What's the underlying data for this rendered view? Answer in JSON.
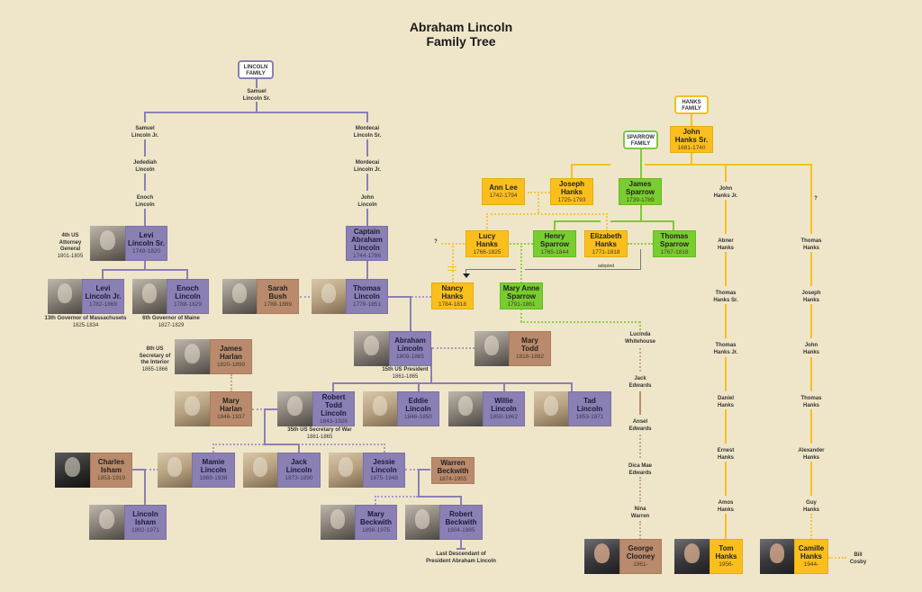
{
  "title": {
    "line1": "Abraham Lincoln",
    "line2": "Family Tree"
  },
  "family_tags": {
    "lincoln": {
      "l1": "LINCOLN",
      "l2": "FAMILY"
    },
    "hanks": {
      "l1": "HANKS",
      "l2": "FAMILY"
    },
    "sparrow": {
      "l1": "SPARROW",
      "l2": "FAMILY"
    }
  },
  "colors": {
    "background": "#efe6c9",
    "lincoln": "#8b80b4",
    "spouse": "#b98b6c",
    "hanks": "#fbbf1d",
    "sparrow": "#78cd2f"
  },
  "ancestors": {
    "samuel_sr": {
      "l1": "Samuel",
      "l2": "Lincoln Sr."
    },
    "samuel_jr": {
      "l1": "Samuel",
      "l2": "Lincoln Jr."
    },
    "jedediah": {
      "l1": "Jedediah",
      "l2": "Lincoln"
    },
    "enoch_sr": {
      "l1": "Enoch",
      "l2": "Lincoln"
    },
    "mordecai_sr": {
      "l1": "Mordecai",
      "l2": "Lincoln Sr."
    },
    "mordecai_jr": {
      "l1": "Mordecai",
      "l2": "Lincoln Jr."
    },
    "john_lincoln": {
      "l1": "John",
      "l2": "Lincoln"
    },
    "john_hanks_jr": {
      "l1": "John",
      "l2": "Hanks Jr."
    },
    "abner": {
      "l1": "Abner",
      "l2": "Hanks"
    },
    "thomas_sr": {
      "l1": "Thomas",
      "l2": "Hanks Sr."
    },
    "thomas_jr": {
      "l1": "Thomas",
      "l2": "Hanks Jr."
    },
    "daniel": {
      "l1": "Daniel",
      "l2": "Hanks"
    },
    "ernest": {
      "l1": "Ernest",
      "l2": "Hanks"
    },
    "amos": {
      "l1": "Amos",
      "l2": "Hanks"
    },
    "thomas_hanks": {
      "l1": "Thomas",
      "l2": "Hanks"
    },
    "joseph_hanks2": {
      "l1": "Joseph",
      "l2": "Hanks"
    },
    "john_hanks": {
      "l1": "John",
      "l2": "Hanks"
    },
    "thomas_hanks2": {
      "l1": "Thomas",
      "l2": "Hanks"
    },
    "alexander": {
      "l1": "Alexander",
      "l2": "Hanks"
    },
    "guy": {
      "l1": "Guy",
      "l2": "Hanks"
    },
    "lucinda": {
      "l1": "Lucinda",
      "l2": "Whitehouse"
    },
    "jack_edwards": {
      "l1": "Jack",
      "l2": "Edwards"
    },
    "ansel": {
      "l1": "Ansel",
      "l2": "Edwards"
    },
    "dica": {
      "l1": "Dica Mae",
      "l2": "Edwards"
    },
    "nina": {
      "l1": "Nina",
      "l2": "Warren"
    },
    "bill_cosby": {
      "l1": "Bill",
      "l2": "Cosby"
    }
  },
  "people": {
    "levi_sr": {
      "l1": "Levi",
      "l2": "Lincoln Sr.",
      "years": "1749-1820"
    },
    "capt_abraham": {
      "l1": "Captain",
      "l2": "Abraham",
      "l3": "Lincoln",
      "years": "1744-1786"
    },
    "levi_jr": {
      "l1": "Levi",
      "l2": "Lincoln Jr.",
      "years": "1782-1868"
    },
    "enoch": {
      "l1": "Enoch",
      "l2": "Lincoln",
      "years": "1788-1829"
    },
    "sarah_bush": {
      "l1": "Sarah",
      "l2": "Bush",
      "years": "1788-1869"
    },
    "thomas_lincoln": {
      "l1": "Thomas",
      "l2": "Lincoln",
      "years": "1778-1851"
    },
    "nancy_hanks": {
      "l1": "Nancy",
      "l2": "Hanks",
      "years": "1784-1818"
    },
    "mary_anne_sparrow": {
      "l1": "Mary Anne",
      "l2": "Sparrow",
      "years": "1791-1861"
    },
    "abraham": {
      "l1": "Abraham",
      "l2": "Lincoln",
      "years": "1809-1865"
    },
    "mary_todd": {
      "l1": "Mary",
      "l2": "Todd",
      "years": "1818-1882"
    },
    "james_harlan": {
      "l1": "James",
      "l2": "Harlan",
      "years": "1820-1899"
    },
    "mary_harlan": {
      "l1": "Mary",
      "l2": "Harlan",
      "years": "1846-1937"
    },
    "robert_todd": {
      "l1": "Robert",
      "l2": "Todd",
      "l3": "Lincoln",
      "years": "1843-1926"
    },
    "eddie": {
      "l1": "Eddie",
      "l2": "Lincoln",
      "years": "1846-1850"
    },
    "willie": {
      "l1": "Willie",
      "l2": "Lincoln",
      "years": "1850-1862"
    },
    "tad": {
      "l1": "Tad",
      "l2": "Lincoln",
      "years": "1853-1871"
    },
    "charles_isham": {
      "l1": "Charles",
      "l2": "Isham",
      "years": "1853-1919"
    },
    "mamie": {
      "l1": "Mamie",
      "l2": "Lincoln",
      "years": "1869-1938"
    },
    "jack": {
      "l1": "Jack",
      "l2": "Lincoln",
      "years": "1873-1890"
    },
    "jessie": {
      "l1": "Jessie",
      "l2": "Lincoln",
      "years": "1875-1948"
    },
    "warren": {
      "l1": "Warren",
      "l2": "Beckwith",
      "years": "1874-1955"
    },
    "lincoln_isham": {
      "l1": "Lincoln",
      "l2": "Isham",
      "years": "1892-1971"
    },
    "mary_beckwith": {
      "l1": "Mary",
      "l2": "Beckwith",
      "years": "1898-1975"
    },
    "robert_beckwith": {
      "l1": "Robert",
      "l2": "Beckwith",
      "years": "1904-1985"
    },
    "john_hanks_sr": {
      "l1": "John",
      "l2": "Hanks Sr.",
      "years": "1681-1740"
    },
    "ann_lee": {
      "l1": "Ann Lee",
      "years": "1742-1794"
    },
    "joseph_hanks": {
      "l1": "Joseph",
      "l2": "Hanks",
      "years": "1725-1793"
    },
    "james_sparrow": {
      "l1": "James",
      "l2": "Sparrow",
      "years": "1739-1789"
    },
    "lucy_hanks": {
      "l1": "Lucy",
      "l2": "Hanks",
      "years": "1766-1825"
    },
    "henry_sparrow": {
      "l1": "Henry",
      "l2": "Sparrow",
      "years": "1765-1844"
    },
    "elizabeth_hanks": {
      "l1": "Elizabeth",
      "l2": "Hanks",
      "years": "1771-1818"
    },
    "thomas_sparrow": {
      "l1": "Thomas",
      "l2": "Sparrow",
      "years": "1767-1818"
    },
    "george_clooney": {
      "l1": "George",
      "l2": "Clooney",
      "years": "1961-"
    },
    "tom_hanks": {
      "l1": "Tom",
      "l2": "Hanks",
      "years": "1956-"
    },
    "camille_hanks": {
      "l1": "Camille",
      "l2": "Hanks",
      "years": "1944-"
    }
  },
  "captions": {
    "levi_sr": {
      "l1": "4th US",
      "l2": "Attorney",
      "l3": "General",
      "l4": "1801-1805"
    },
    "levi_jr": {
      "title": "13th Governor of Massachusets",
      "years": "1825-1834"
    },
    "enoch": {
      "title": "6th Governor of Maine",
      "years": "1827-1829"
    },
    "james_harlan": {
      "l1": "8th US",
      "l2": "Secretary of",
      "l3": "the Interior",
      "l4": "1865-1866"
    },
    "abraham": {
      "title": "15th US President",
      "years": "1861-1865"
    },
    "robert_todd": {
      "title": "35th US Secretary of War",
      "years": "1861-1865"
    },
    "last_descendant": {
      "l1": "Last Descendant of",
      "l2": "President Abraham Lincoln"
    }
  },
  "misc": {
    "question": "?",
    "adopted": "adopted"
  }
}
